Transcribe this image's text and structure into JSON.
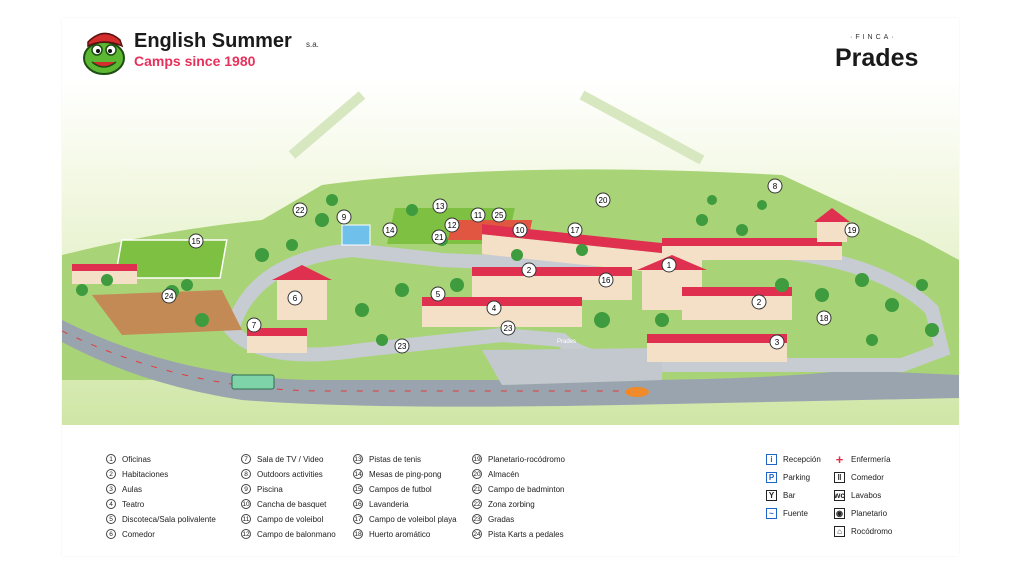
{
  "brand": {
    "name": "English Summer",
    "suffix": "s.a.",
    "tagline": "Camps since 1980",
    "right_top": "·FINCA·",
    "right_name": "Prades"
  },
  "colors": {
    "tagline": "#e7305b",
    "roof": "#e0304f",
    "grass": "#9ccc6a",
    "tree": "#3e9b3e",
    "road": "#b9c0c8"
  },
  "legend_numbers": [
    {
      "n": "1",
      "label": "Oficinas"
    },
    {
      "n": "2",
      "label": "Habitaciones"
    },
    {
      "n": "3",
      "label": "Aulas"
    },
    {
      "n": "4",
      "label": "Teatro"
    },
    {
      "n": "5",
      "label": "Discoteca/Sala polivalente"
    },
    {
      "n": "6",
      "label": "Comedor"
    },
    {
      "n": "7",
      "label": "Sala de TV / Video"
    },
    {
      "n": "8",
      "label": "Outdoors activities"
    },
    {
      "n": "9",
      "label": "Piscina"
    },
    {
      "n": "10",
      "label": "Cancha de basquet"
    },
    {
      "n": "11",
      "label": "Campo de voleibol"
    },
    {
      "n": "12",
      "label": "Campo de balonmano"
    },
    {
      "n": "13",
      "label": "Pistas de tenis"
    },
    {
      "n": "14",
      "label": "Mesas de ping-pong"
    },
    {
      "n": "15",
      "label": "Campos de futbol"
    },
    {
      "n": "16",
      "label": "Lavanderia"
    },
    {
      "n": "17",
      "label": "Campo de voleibol playa"
    },
    {
      "n": "18",
      "label": "Huerto aromático"
    },
    {
      "n": "19",
      "label": "Planetario-rocódromo"
    },
    {
      "n": "20",
      "label": "Almacén"
    },
    {
      "n": "21",
      "label": "Campo de badminton"
    },
    {
      "n": "22",
      "label": "Zona zorbing"
    },
    {
      "n": "23",
      "label": "Gradas"
    },
    {
      "n": "24",
      "label": "Pista Karts a pedales"
    }
  ],
  "legend_symbols": [
    {
      "icon": "reception-icon",
      "glyph": "i",
      "label": "Recepción"
    },
    {
      "icon": "parking-icon",
      "glyph": "P",
      "label": "Parking"
    },
    {
      "icon": "bar-icon",
      "glyph": "Y",
      "label": "Bar"
    },
    {
      "icon": "fountain-icon",
      "glyph": "~",
      "label": "Fuente"
    },
    {
      "icon": "first-aid-icon",
      "glyph": "+",
      "label": "Enfermería"
    },
    {
      "icon": "dining-icon",
      "glyph": "‖",
      "label": "Comedor"
    },
    {
      "icon": "toilets-icon",
      "glyph": "wc",
      "label": "Lavabos"
    },
    {
      "icon": "planetarium-icon",
      "glyph": "◉",
      "label": "Planetario"
    },
    {
      "icon": "climbing-icon",
      "glyph": "⌂",
      "label": "Rocódromo"
    }
  ],
  "map_markers": [
    "1",
    "2",
    "2",
    "3",
    "4",
    "5",
    "6",
    "7",
    "8",
    "9",
    "10",
    "11",
    "12",
    "13",
    "14",
    "15",
    "16",
    "17",
    "18",
    "19",
    "20",
    "21",
    "22",
    "23",
    "23",
    "24",
    "25"
  ],
  "map_labels": {
    "sign": "Prades"
  }
}
